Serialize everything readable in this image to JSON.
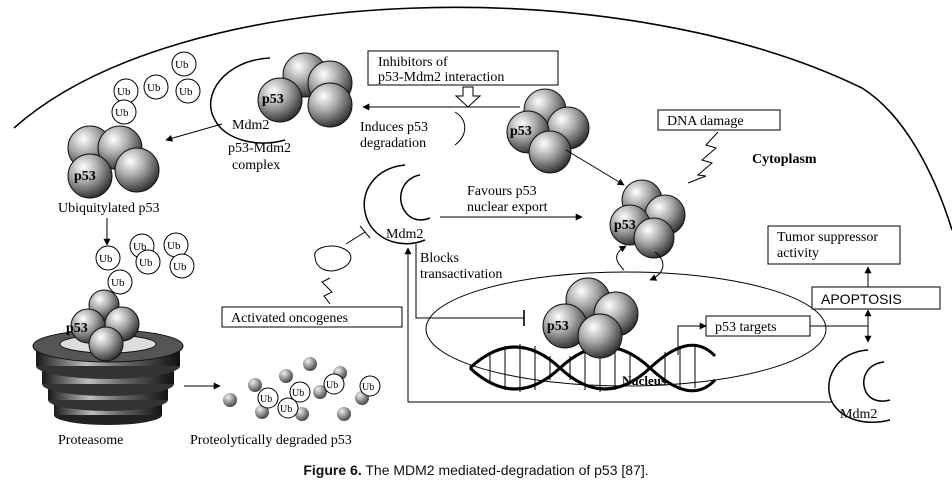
{
  "labels": {
    "inhibitors_line1": "Inhibitors of",
    "inhibitors_line2": "p53-Mdm2 interaction",
    "dna_damage": "DNA damage",
    "cytoplasm": "Cytoplasm",
    "induces_line1": "Induces p53",
    "induces_line2": "degradation",
    "favours_line1": "Favours p53",
    "favours_line2": "nuclear export",
    "blocks_line1": "Blocks",
    "blocks_line2": "transactivation",
    "tumor_line1": "Tumor suppressor",
    "tumor_line2": "activity",
    "apoptosis": "APOPTOSIS",
    "p53_targets": "p53 targets",
    "nucleus": "Nucleus",
    "activated_oncogenes": "Activated oncogenes",
    "complex_line1": "p53-Mdm2",
    "complex_line2": "complex",
    "ubiquitylated": "Ubiquitylated p53",
    "proteasome": "Proteasome",
    "degraded": "Proteolytically degraded p53",
    "mdm2": "Mdm2",
    "p53": "p53",
    "ub": "Ub"
  },
  "caption": {
    "bold": "Figure 6.",
    "rest": " The MDM2 mediated-degradation of p53 [87]."
  }
}
